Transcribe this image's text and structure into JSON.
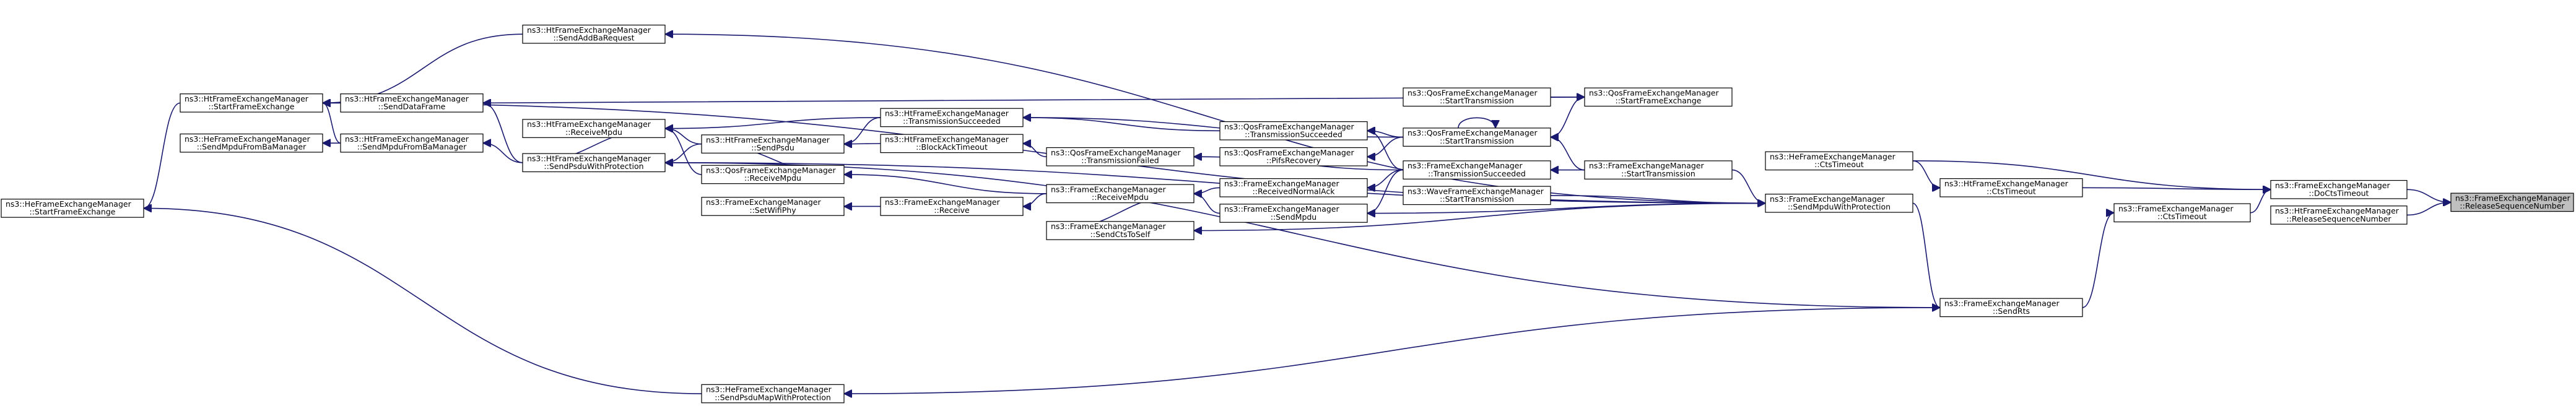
{
  "graph": {
    "nodes": [
      {
        "id": "rsn",
        "line1": "ns3::FrameExchangeManager",
        "line2": "::ReleaseSequenceNumber",
        "highlighted": true
      },
      {
        "id": "docts",
        "line1": "ns3::FrameExchangeManager",
        "line2": "::DoCtsTimeout"
      },
      {
        "id": "ht_rsn",
        "line1": "ns3::HtFrameExchangeManager",
        "line2": "::ReleaseSequenceNumber"
      },
      {
        "id": "fem_cts",
        "line1": "ns3::FrameExchangeManager",
        "line2": "::CtsTimeout"
      },
      {
        "id": "he_cts",
        "line1": "ns3::HeFrameExchangeManager",
        "line2": "::CtsTimeout"
      },
      {
        "id": "ht_cts",
        "line1": "ns3::HtFrameExchangeManager",
        "line2": "::CtsTimeout"
      },
      {
        "id": "sendrts",
        "line1": "ns3::FrameExchangeManager",
        "line2": "::SendRts"
      },
      {
        "id": "smwp",
        "line1": "ns3::FrameExchangeManager",
        "line2": "::SendMpduWithProtection"
      },
      {
        "id": "he_spmwp",
        "line1": "ns3::HeFrameExchangeManager",
        "line2": "::SendPsduMapWithProtection"
      },
      {
        "id": "ht_spwp",
        "line1": "ns3::HtFrameExchangeManager",
        "line2": "::SendPsduWithProtection"
      },
      {
        "id": "ht_sfe",
        "line1": "ns3::HtFrameExchangeManager",
        "line2": "::StartFrameExchange"
      },
      {
        "id": "he_sfe",
        "line1": "ns3::HeFrameExchangeManager",
        "line2": "::StartFrameExchange"
      },
      {
        "id": "ht_saddba",
        "line1": "ns3::HtFrameExchangeManager",
        "line2": "::SendAddBaRequest"
      },
      {
        "id": "ht_sdf",
        "line1": "ns3::HtFrameExchangeManager",
        "line2": "::SendDataFrame"
      },
      {
        "id": "ht_smfba",
        "line1": "ns3::HtFrameExchangeManager",
        "line2": "::SendMpduFromBaManager"
      },
      {
        "id": "he_smfba",
        "line1": "ns3::HeFrameExchangeManager",
        "line2": "::SendMpduFromBaManager"
      },
      {
        "id": "q_sfe",
        "line1": "ns3::QosFrameExchangeManager",
        "line2": "::StartFrameExchange"
      },
      {
        "id": "q_st1",
        "line1": "ns3::QosFrameExchangeManager",
        "line2": "::StartTransmission"
      },
      {
        "id": "fem_st",
        "line1": "ns3::FrameExchangeManager",
        "line2": "::StartTransmission"
      },
      {
        "id": "q_st2",
        "line1": "ns3::QosFrameExchangeManager",
        "line2": "::StartTransmission"
      },
      {
        "id": "ht_ts",
        "line1": "ns3::HtFrameExchangeManager",
        "line2": "::TransmissionSucceeded"
      },
      {
        "id": "q_ts",
        "line1": "ns3::QosFrameExchangeManager",
        "line2": "::TransmissionSucceeded"
      },
      {
        "id": "fem_ts",
        "line1": "ns3::FrameExchangeManager",
        "line2": "::TransmissionSucceeded"
      },
      {
        "id": "wave_st",
        "line1": "ns3::WaveFrameExchangeManager",
        "line2": "::StartTransmission"
      },
      {
        "id": "q_pifs",
        "line1": "ns3::QosFrameExchangeManager",
        "line2": "::PifsRecovery"
      },
      {
        "id": "q_tf",
        "line1": "ns3::QosFrameExchangeManager",
        "line2": "::TransmissionFailed"
      },
      {
        "id": "ht_bat",
        "line1": "ns3::HtFrameExchangeManager",
        "line2": "::BlockAckTimeout"
      },
      {
        "id": "ht_sp",
        "line1": "ns3::HtFrameExchangeManager",
        "line2": "::SendPsdu"
      },
      {
        "id": "ht_rm",
        "line1": "ns3::HtFrameExchangeManager",
        "line2": "::ReceiveMpdu"
      },
      {
        "id": "q_rm",
        "line1": "ns3::QosFrameExchangeManager",
        "line2": "::ReceiveMpdu"
      },
      {
        "id": "fem_rm",
        "line1": "ns3::FrameExchangeManager",
        "line2": "::ReceiveMpdu"
      },
      {
        "id": "fem_rna",
        "line1": "ns3::FrameExchangeManager",
        "line2": "::ReceivedNormalAck"
      },
      {
        "id": "fem_sm",
        "line1": "ns3::FrameExchangeManager",
        "line2": "::SendMpdu"
      },
      {
        "id": "fem_scts",
        "line1": "ns3::FrameExchangeManager",
        "line2": "::SendCtsToSelf"
      },
      {
        "id": "fem_recv",
        "line1": "ns3::FrameExchangeManager",
        "line2": "::Receive"
      },
      {
        "id": "fem_swp",
        "line1": "ns3::FrameExchangeManager",
        "line2": "::SetWifiPhy"
      }
    ],
    "edges": [
      [
        "docts",
        "rsn"
      ],
      [
        "ht_rsn",
        "rsn"
      ],
      [
        "fem_cts",
        "docts"
      ],
      [
        "he_cts",
        "docts"
      ],
      [
        "ht_cts",
        "docts"
      ],
      [
        "sendrts",
        "fem_cts"
      ],
      [
        "he_cts",
        "ht_cts"
      ],
      [
        "smwp",
        "sendrts"
      ],
      [
        "sendrts",
        "ht_spwp"
      ],
      [
        "sendrts",
        "he_spmwp"
      ],
      [
        "smwp",
        "ht_spwp"
      ],
      [
        "fem_st",
        "smwp"
      ],
      [
        "wave_st",
        "smwp"
      ],
      [
        "smwp",
        "fem_sm"
      ],
      [
        "smwp",
        "fem_scts"
      ],
      [
        "smwp",
        "ht_saddba"
      ],
      [
        "smwp",
        "ht_sfe"
      ],
      [
        "fem_st",
        "q_st2"
      ],
      [
        "fem_st",
        "fem_ts"
      ],
      [
        "q_sfe",
        "ht_sdf"
      ],
      [
        "q_st1",
        "q_sfe"
      ],
      [
        "q_sfe",
        "q_st2"
      ],
      [
        "q_st2",
        "q_st2"
      ],
      [
        "q_st2",
        "ht_ts"
      ],
      [
        "q_st2",
        "q_ts"
      ],
      [
        "q_st2",
        "q_pifs"
      ],
      [
        "fem_ts",
        "q_ts"
      ],
      [
        "fem_ts",
        "q_tf"
      ],
      [
        "fem_ts",
        "fem_rna"
      ],
      [
        "fem_ts",
        "fem_sm"
      ],
      [
        "q_ts",
        "ht_ts"
      ],
      [
        "ht_ts",
        "ht_sp"
      ],
      [
        "ht_ts",
        "ht_rm"
      ],
      [
        "q_tf",
        "ht_bat"
      ],
      [
        "ht_bat",
        "ht_sp"
      ],
      [
        "ht_sp",
        "ht_spwp"
      ],
      [
        "ht_sp",
        "q_rm"
      ],
      [
        "ht_sp",
        "ht_rm"
      ],
      [
        "fem_rna",
        "fem_rm"
      ],
      [
        "fem_rm",
        "q_rm"
      ],
      [
        "fem_rm",
        "fem_recv"
      ],
      [
        "fem_recv",
        "fem_swp"
      ],
      [
        "fem_sm",
        "fem_rm"
      ],
      [
        "fem_scts",
        "fem_rm"
      ],
      [
        "q_rm",
        "ht_rm"
      ],
      [
        "ht_spwp",
        "ht_rm"
      ],
      [
        "ht_spwp",
        "ht_sdf"
      ],
      [
        "ht_spwp",
        "ht_smfba"
      ],
      [
        "ht_smfba",
        "he_smfba"
      ],
      [
        "ht_sdf",
        "ht_sfe"
      ],
      [
        "ht_saddba",
        "ht_sfe"
      ],
      [
        "ht_smfba",
        "ht_sfe"
      ],
      [
        "ht_sfe",
        "he_sfe"
      ],
      [
        "he_spmwp",
        "he_sfe"
      ]
    ]
  },
  "colors": {
    "edge": "#191970",
    "node_fill": "#ffffff",
    "node_border": "#000000",
    "highlight_fill": "#bfbfbf"
  }
}
